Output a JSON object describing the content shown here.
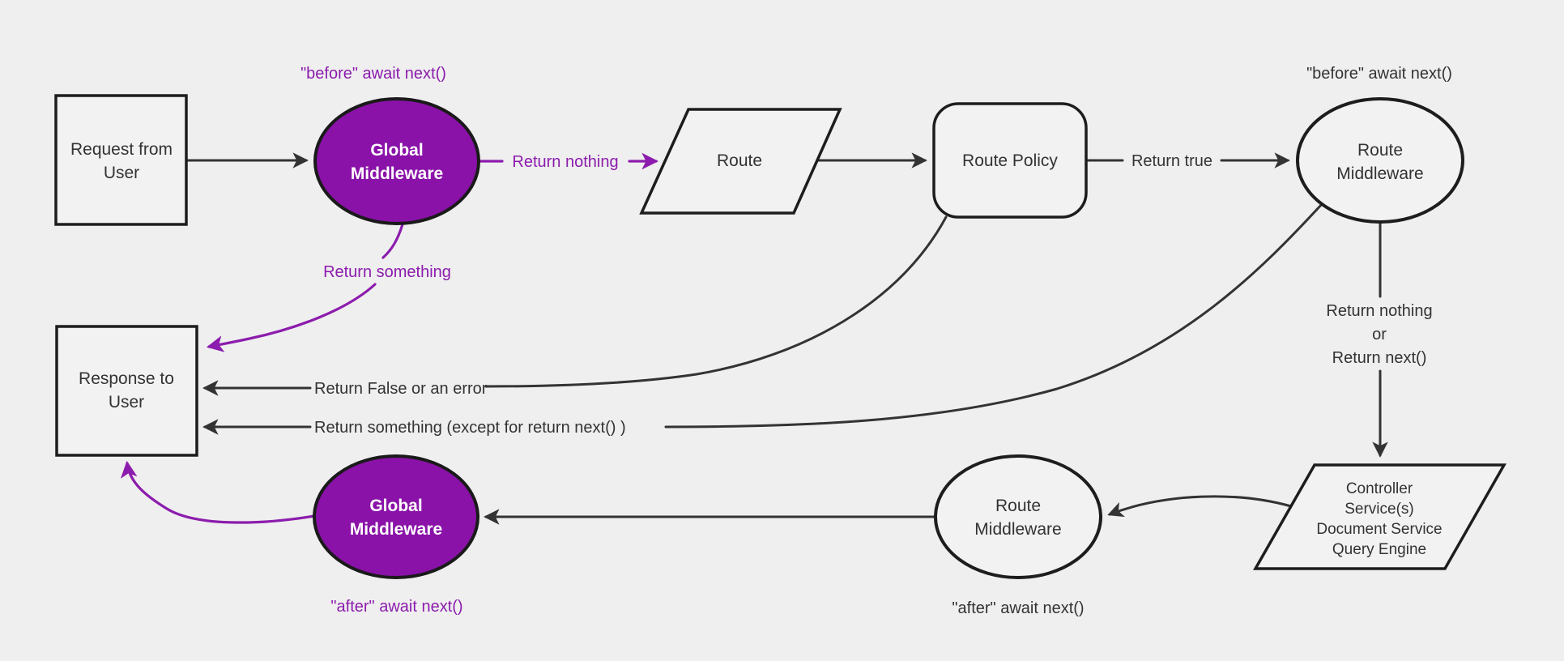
{
  "diagram": {
    "type": "flowchart",
    "background": "#efefef",
    "colors": {
      "node_fill": "#f2f2f2",
      "node_stroke": "#1d1d1d",
      "edge_color": "#333333",
      "purple_fill": "#8a12a8",
      "purple_line": "#8c1cad",
      "text_dark": "#333333",
      "text_white": "#ffffff"
    }
  },
  "nodes": {
    "request": {
      "shape": "rectangle",
      "lines": [
        "Request from",
        "User"
      ]
    },
    "global_mw_top": {
      "shape": "ellipse",
      "lines": [
        "Global",
        "Middleware"
      ]
    },
    "route": {
      "shape": "parallelogram",
      "label": "Route"
    },
    "route_policy": {
      "shape": "rounded-rect",
      "label": "Route Policy"
    },
    "route_mw_top": {
      "shape": "ellipse",
      "lines": [
        "Route",
        "Middleware"
      ]
    },
    "controller": {
      "shape": "parallelogram",
      "lines": [
        "Controller",
        "Service(s)",
        "Document Service",
        "Query Engine"
      ]
    },
    "route_mw_bottom": {
      "shape": "ellipse",
      "lines": [
        "Route",
        "Middleware"
      ]
    },
    "global_mw_bottom": {
      "shape": "ellipse",
      "lines": [
        "Global",
        "Middleware"
      ]
    },
    "response": {
      "shape": "rectangle",
      "lines": [
        "Response to",
        "User"
      ]
    }
  },
  "edge_labels": {
    "before_await_global": "\"before\" await next()",
    "return_nothing": "Return nothing",
    "return_true": "Return true",
    "before_await_route": "\"before\" await next()",
    "return_nothing_or": {
      "lines": [
        "Return nothing",
        "or",
        "Return next()"
      ]
    },
    "after_await_route": "\"after\" await next()",
    "after_await_global": "\"after\" await next()",
    "return_something": "Return something",
    "return_false": "Return False or an error",
    "return_something_except": "Return something (except for return next() )"
  }
}
